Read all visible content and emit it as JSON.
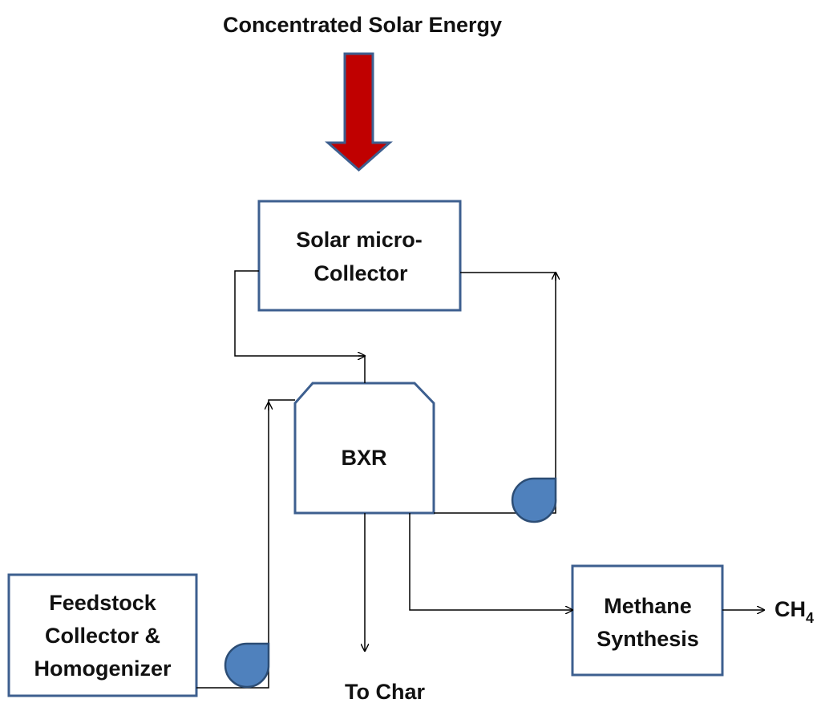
{
  "title": "Concentrated Solar Energy",
  "nodes": {
    "solar_collector": {
      "line1": "Solar micro-",
      "line2": "Collector"
    },
    "bxr": {
      "label": "BXR"
    },
    "feedstock": {
      "line1": "Feedstock",
      "line2": "Collector &",
      "line3": "Homogenizer"
    },
    "methane": {
      "line1": "Methane",
      "line2": "Synthesis"
    }
  },
  "outputs": {
    "char": "To Char",
    "product_main": "CH",
    "product_sub": "4"
  },
  "colors": {
    "arrow_fill": "#c00000",
    "box_stroke": "#3d5f8f",
    "pump_fill": "#4f81bd",
    "pump_stroke": "#2c4d75",
    "line": "#000000"
  }
}
